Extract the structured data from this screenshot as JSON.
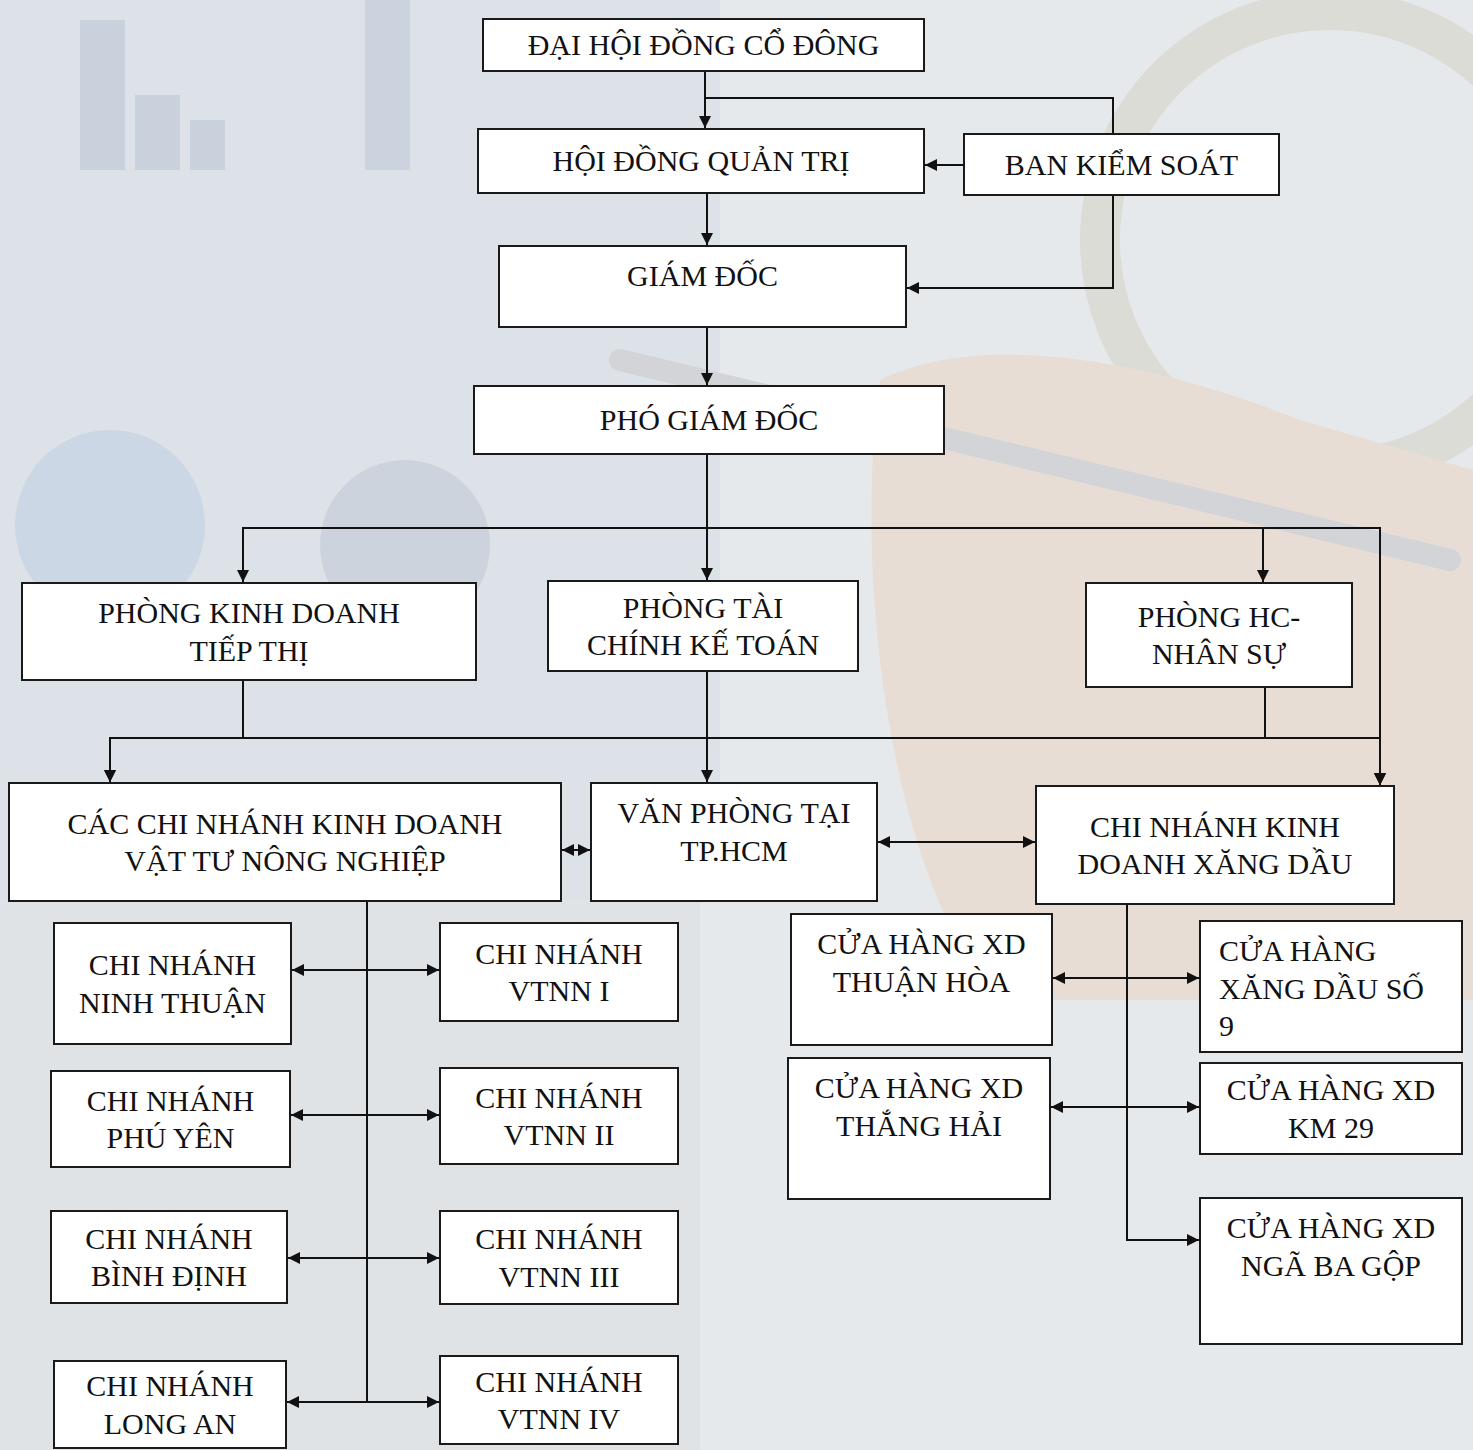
{
  "diagram": {
    "nodes": [
      {
        "text": [
          "ĐẠI HỘI ĐỒNG CỔ ĐÔNG"
        ]
      },
      {
        "text": [
          "HỘI ĐỒNG QUẢN TRỊ"
        ]
      },
      {
        "text": [
          "BAN KIỂM SOÁT"
        ]
      },
      {
        "text": [
          "GIÁM ĐỐC"
        ]
      },
      {
        "text": [
          "PHÓ GIÁM ĐỐC"
        ]
      },
      {
        "text": [
          "PHÒNG KINH DOANH TIẾP THỊ"
        ]
      },
      {
        "text": [
          "PHÒNG TÀI CHÍNH KẾ TOÁN"
        ]
      },
      {
        "text": [
          "PHÒNG HC- NHÂN SỰ"
        ]
      },
      {
        "text": [
          "CÁC CHI NHÁNH KINH DOANH VẬT TƯ NÔNG NGHIỆP"
        ]
      },
      {
        "text": [
          "VĂN PHÒNG TẠI TP.HCM"
        ]
      },
      {
        "text": [
          "CHI NHÁNH KINH DOANH XĂNG DẦU"
        ]
      },
      {
        "text": [
          "CHI NHÁNH NINH THUẬN"
        ]
      },
      {
        "text": [
          "CHI NHÁNH VTNN I"
        ]
      },
      {
        "text": [
          "CỬA HÀNG XD THUẬN HÒA"
        ]
      },
      {
        "text": [
          "CỬA HÀNG XĂNG DẦU SỐ 9"
        ]
      },
      {
        "text": [
          "CHI NHÁNH PHÚ YÊN"
        ]
      },
      {
        "text": [
          "CHI NHÁNH VTNN II"
        ]
      },
      {
        "text": [
          "CỬA HÀNG XD THẮNG HẢI"
        ]
      },
      {
        "text": [
          "CỬA HÀNG XD KM 29"
        ]
      },
      {
        "text": [
          "CHI NHÁNH BÌNH ĐỊNH"
        ]
      },
      {
        "text": [
          "CHI NHÁNH VTNN III"
        ]
      },
      {
        "text": [
          "CỬA HÀNG XD NGÃ BA GỘP"
        ]
      },
      {
        "text": [
          "CHI NHÁNH LONG AN"
        ]
      },
      {
        "text": [
          "CHI NHÁNH VTNN IV"
        ]
      }
    ],
    "edges": [
      {
        "from": 0,
        "to": 1,
        "arrow": "to"
      },
      {
        "from": 0,
        "to": 2,
        "arrow": "none"
      },
      {
        "from": 2,
        "to": 1,
        "arrow": "to"
      },
      {
        "from": 2,
        "to": 3,
        "arrow": "to"
      },
      {
        "from": 1,
        "to": 3,
        "arrow": "to"
      },
      {
        "from": 3,
        "to": 4,
        "arrow": "to"
      },
      {
        "from": 4,
        "to": 5,
        "arrow": "to"
      },
      {
        "from": 4,
        "to": 6,
        "arrow": "to"
      },
      {
        "from": 4,
        "to": 7,
        "arrow": "to"
      },
      {
        "from": 4,
        "to": 10,
        "arrow": "to"
      },
      {
        "from": 5,
        "to": 8,
        "arrow": "to"
      },
      {
        "from": 5,
        "to": 10,
        "arrow": "to"
      },
      {
        "from": 7,
        "to": 8,
        "arrow": "to"
      },
      {
        "from": 7,
        "to": 10,
        "arrow": "to"
      },
      {
        "from": 6,
        "to": 9,
        "arrow": "to"
      },
      {
        "from": 8,
        "to": 9,
        "arrow": "both"
      },
      {
        "from": 9,
        "to": 10,
        "arrow": "both"
      },
      {
        "from": 8,
        "to": 11,
        "arrow": "to"
      },
      {
        "from": 8,
        "to": 12,
        "arrow": "to"
      },
      {
        "from": 8,
        "to": 15,
        "arrow": "to"
      },
      {
        "from": 8,
        "to": 16,
        "arrow": "to"
      },
      {
        "from": 8,
        "to": 19,
        "arrow": "to"
      },
      {
        "from": 8,
        "to": 20,
        "arrow": "to"
      },
      {
        "from": 8,
        "to": 22,
        "arrow": "to"
      },
      {
        "from": 8,
        "to": 23,
        "arrow": "to"
      },
      {
        "from": 10,
        "to": 13,
        "arrow": "to"
      },
      {
        "from": 10,
        "to": 14,
        "arrow": "to"
      },
      {
        "from": 10,
        "to": 17,
        "arrow": "to"
      },
      {
        "from": 10,
        "to": 18,
        "arrow": "to"
      },
      {
        "from": 10,
        "to": 21,
        "arrow": "to"
      }
    ]
  }
}
